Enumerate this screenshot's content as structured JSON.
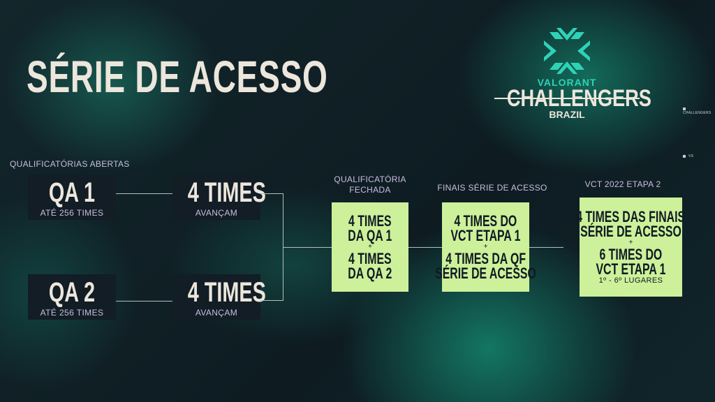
{
  "title": "SÉRIE DE ACESSO",
  "logo": {
    "brand": "VALORANT",
    "name": "CHALLENGERS",
    "region": "BRAZIL",
    "accent": "#2ed3b7"
  },
  "corner_labels": [
    "CHALLENGERS",
    "VS"
  ],
  "open_qualifiers": {
    "label": "QUALIFICATÓRIAS ABERTAS",
    "groups": [
      {
        "name": "QA 1",
        "sub": "ATÉ 256 TIMES",
        "advance": "4 TIMES",
        "advance_sub": "AVANÇAM"
      },
      {
        "name": "QA 2",
        "sub": "ATÉ 256 TIMES",
        "advance": "4 TIMES",
        "advance_sub": "AVANÇAM"
      }
    ]
  },
  "stages": [
    {
      "header": [
        "QUALIFICATÓRIA",
        "FECHADA"
      ],
      "top": [
        "4 TIMES",
        "DA QA 1"
      ],
      "plus": "+",
      "bottom": [
        "4 TIMES",
        "DA QA 2"
      ],
      "note": ""
    },
    {
      "header": [
        "FINAIS SÉRIE DE ACESSO"
      ],
      "top": [
        "4 TIMES DO",
        "VCT ETAPA 1"
      ],
      "plus": "+",
      "bottom": [
        "4 TIMES DA QF",
        "SÉRIE DE ACESSO"
      ],
      "note": ""
    },
    {
      "header": [
        "VCT 2022 ETAPA 2"
      ],
      "top": [
        "4 TIMES DAS FINAIS",
        "SÉRIE DE ACESSO"
      ],
      "plus": "+",
      "bottom": [
        "6 TIMES DO",
        "VCT ETAPA 1"
      ],
      "note": "1º - 6º LUGARES"
    }
  ],
  "colors": {
    "box_green": "#cdf09a",
    "box_dark": "#121d25",
    "title": "#ece6dc",
    "label": "#c9bde0"
  }
}
